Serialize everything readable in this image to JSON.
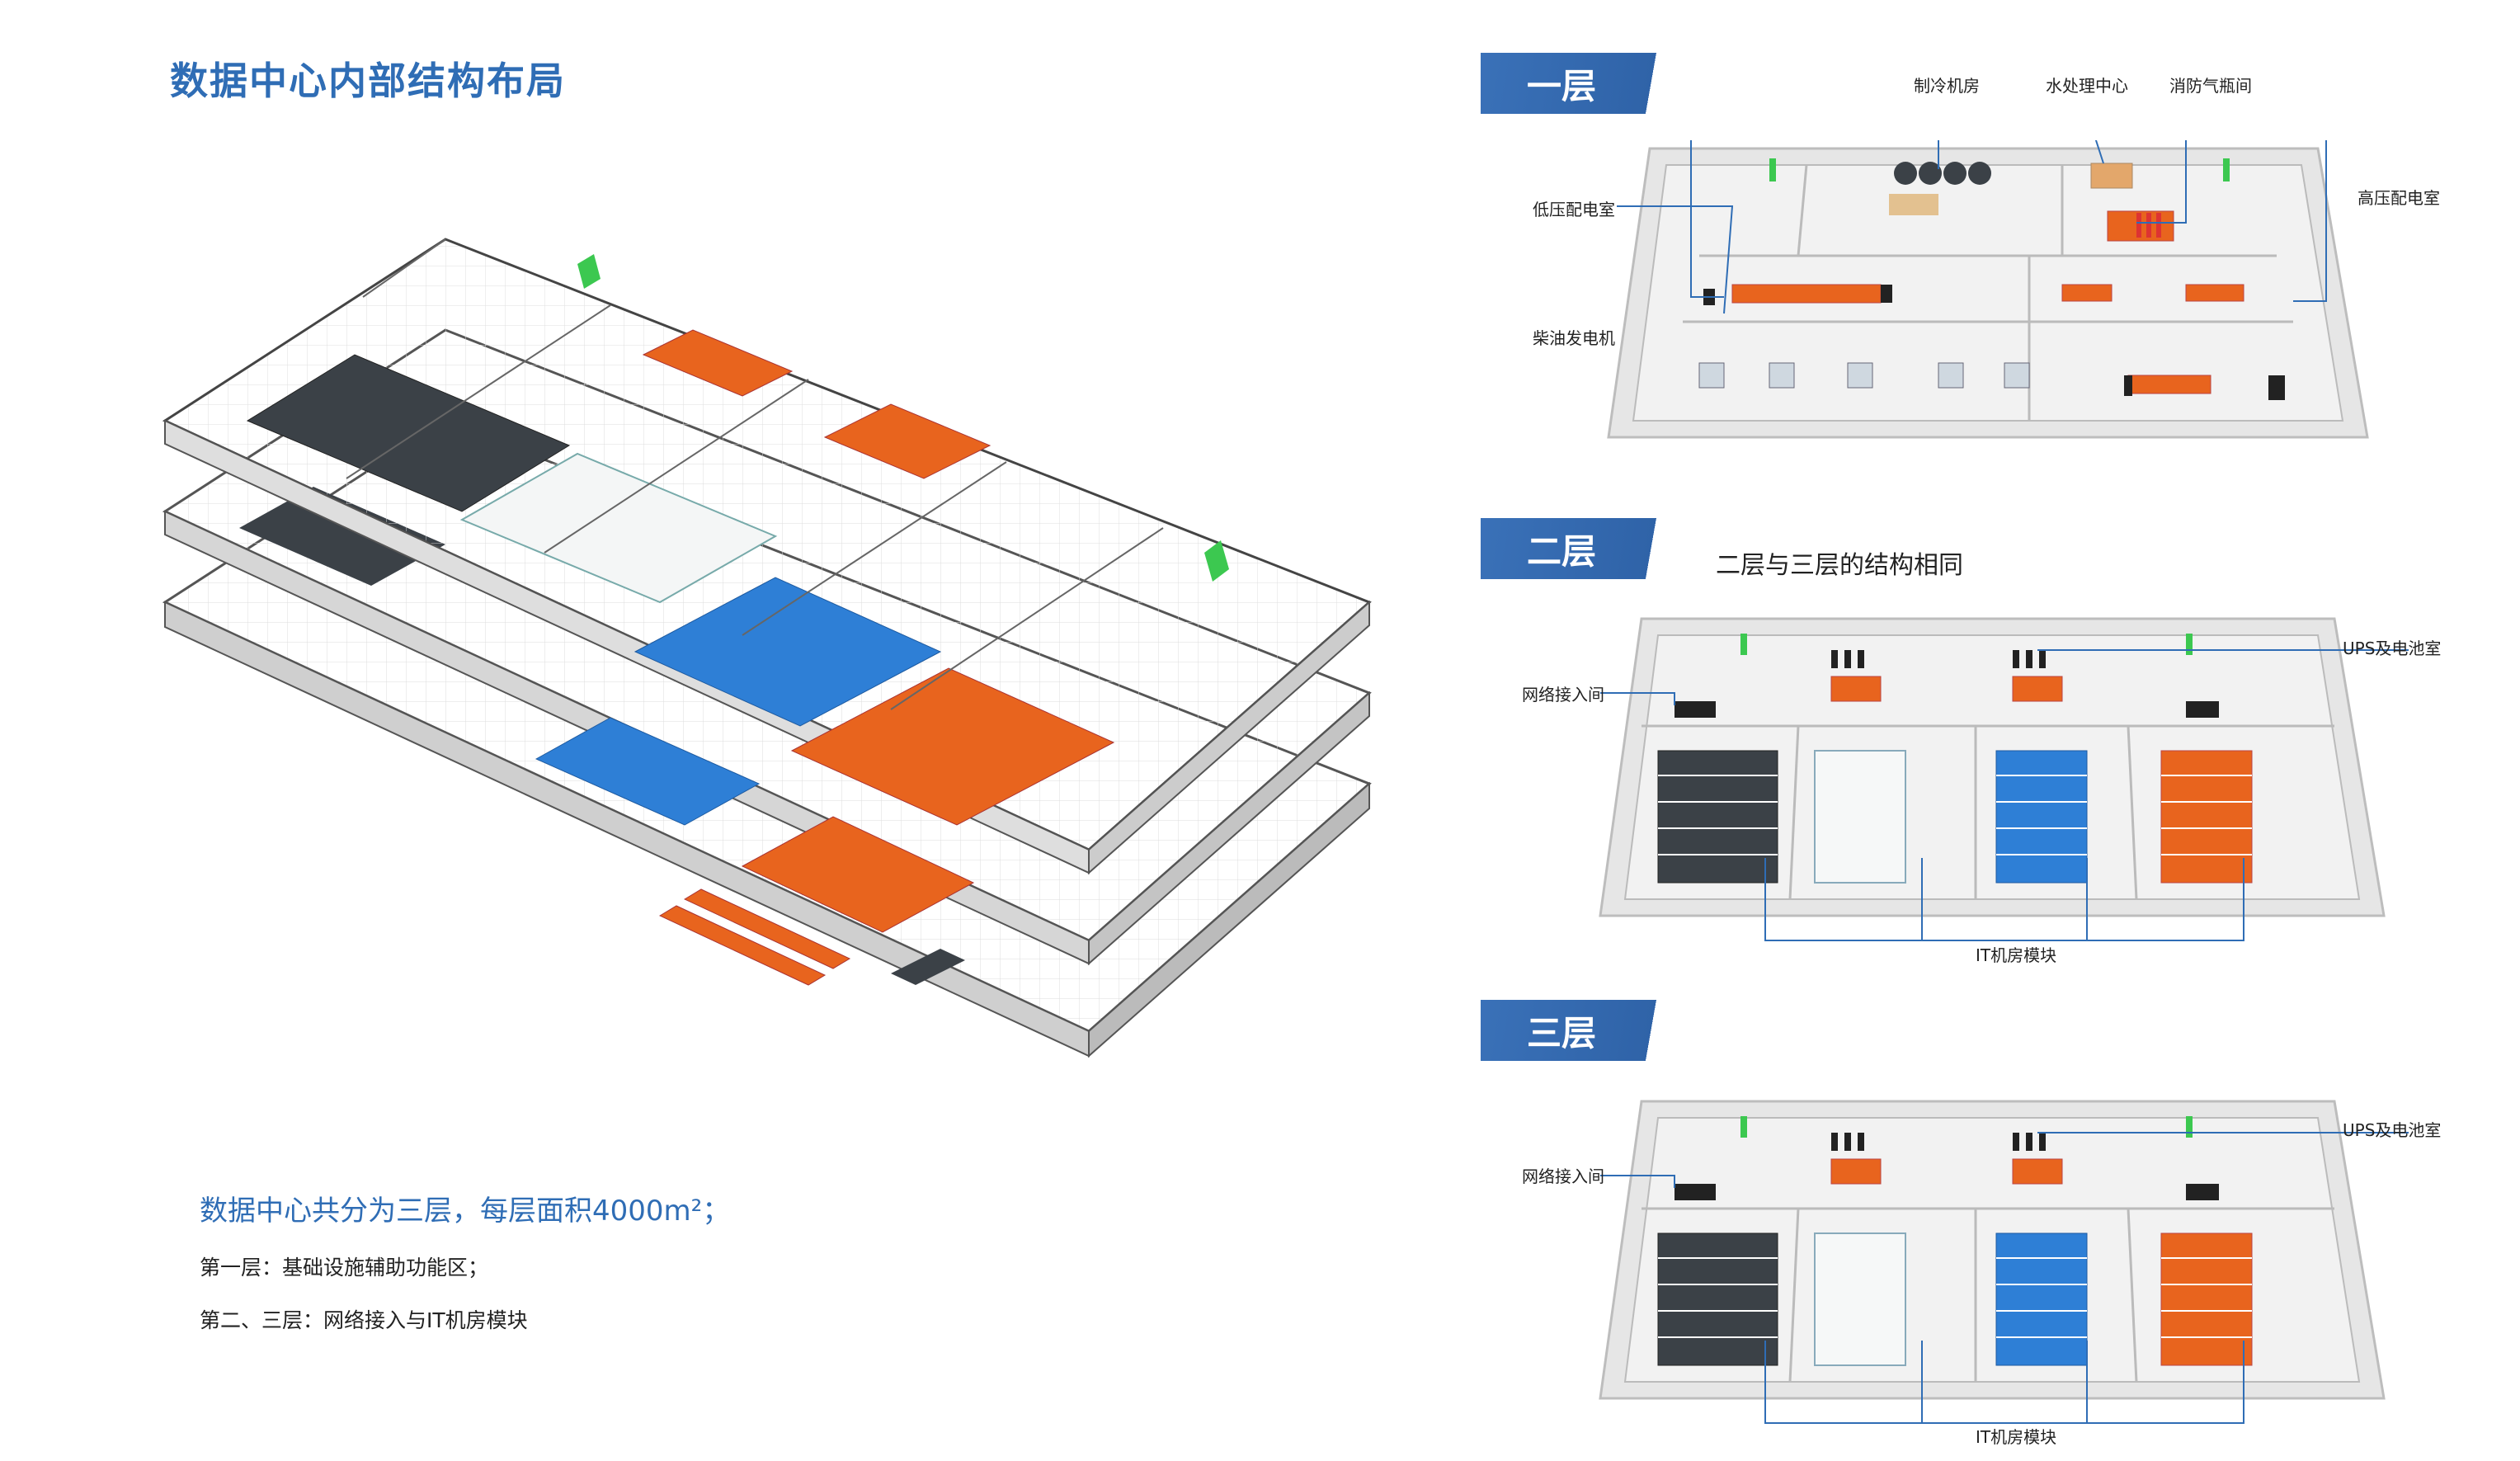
{
  "title": "数据中心内部结构布局",
  "summary": {
    "main": "数据中心共分为三层，每层面积4000m²；",
    "line1": "第一层：基础设施辅助功能区；",
    "line2": "第二、三层：网络接入与IT机房模块"
  },
  "floors": [
    {
      "tag": "一层",
      "labels": {
        "chiller": "制冷机房",
        "water": "水处理中心",
        "fire": "消防气瓶间",
        "lowvolt": "低压配电室",
        "highvolt": "高压配电室",
        "diesel": "柴油发电机"
      }
    },
    {
      "tag": "二层",
      "note": "二层与三层的结构相同",
      "labels": {
        "ups": "UPS及电池室",
        "network": "网络接入间",
        "it": "IT机房模块"
      }
    },
    {
      "tag": "三层",
      "labels": {
        "ups": "UPS及电池室",
        "network": "网络接入间",
        "it": "IT机房模块"
      }
    }
  ],
  "colors": {
    "accent": "#2f6db5",
    "orange": "#e8641e",
    "blue": "#2e7fd6",
    "dark": "#3b4147",
    "green": "#3cc850",
    "slab": "#e6e6e6"
  }
}
